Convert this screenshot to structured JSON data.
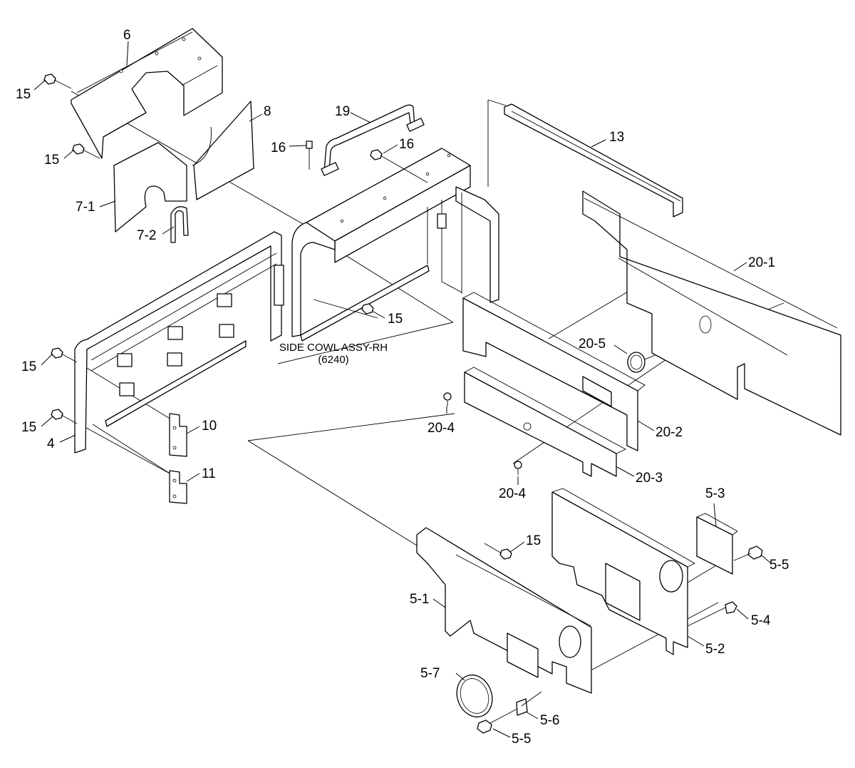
{
  "caption": {
    "line1": "SIDE COWL ASSY-RH",
    "line2": "(6240)"
  },
  "labels": {
    "p6": "6",
    "p8": "8",
    "p15_a": "15",
    "p15_b": "15",
    "p15_c": "15",
    "p15_d": "15",
    "p15_e": "15",
    "p15_f": "15",
    "p7_1": "7-1",
    "p7_2": "7-2",
    "p19": "19",
    "p16_a": "16",
    "p16_b": "16",
    "p13": "13",
    "p20_1": "20-1",
    "p20_2": "20-2",
    "p20_3": "20-3",
    "p20_4_a": "20-4",
    "p20_4_b": "20-4",
    "p20_5": "20-5",
    "p4": "4",
    "p10": "10",
    "p11": "11",
    "p5_1": "5-1",
    "p5_2": "5-2",
    "p5_3": "5-3",
    "p5_4": "5-4",
    "p5_5_a": "5-5",
    "p5_5_b": "5-5",
    "p5_6": "5-6",
    "p5_7": "5-7"
  },
  "icons": {
    "bolt": "bolt-icon",
    "grommet": "grommet-icon",
    "clip": "clip-icon"
  }
}
